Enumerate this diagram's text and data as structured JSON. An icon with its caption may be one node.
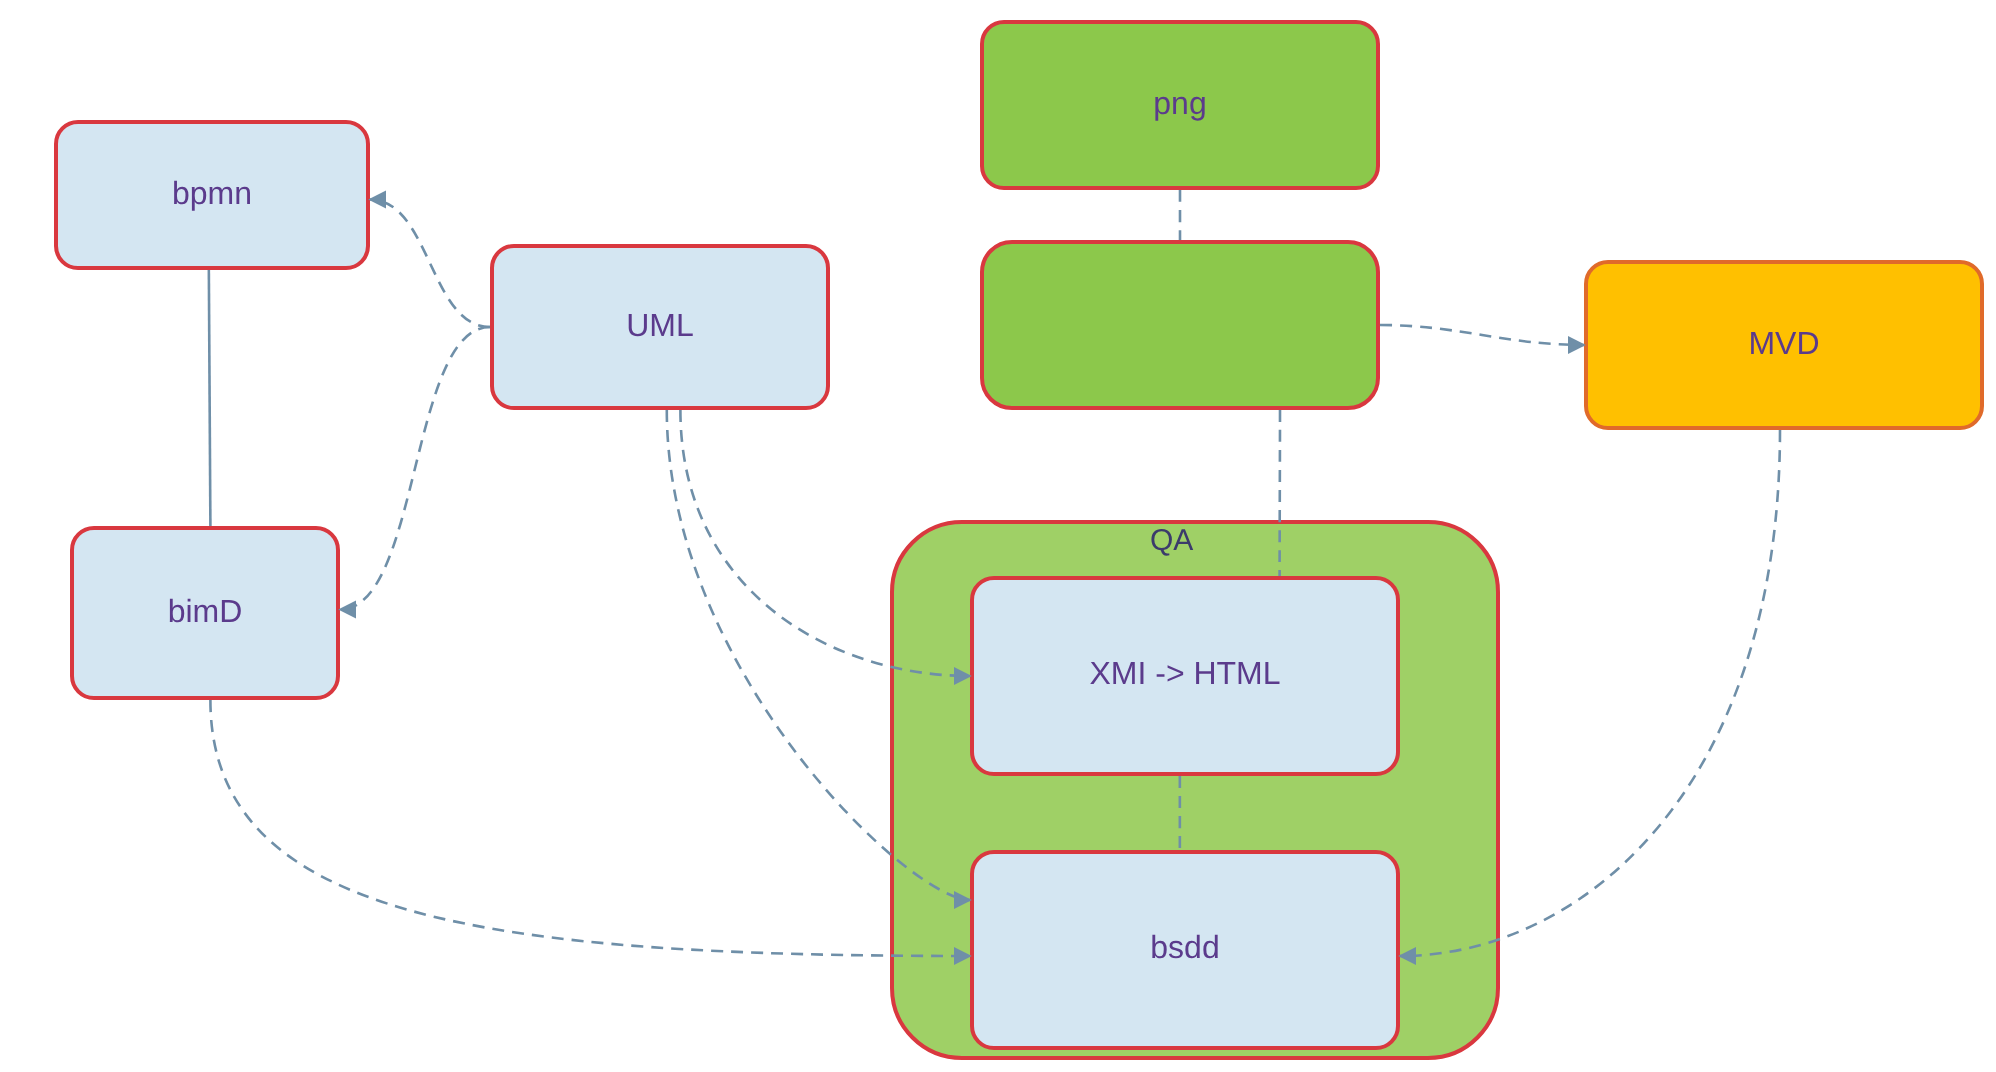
{
  "diagram": {
    "nodes": [
      {
        "text": [
          "bpmn"
        ]
      },
      {
        "text": [
          "UML"
        ]
      },
      {
        "text": [
          "bimD"
        ]
      },
      {
        "text": [
          "png"
        ]
      },
      {
        "text": [],
        "shape": "box"
      },
      {
        "text": [
          "MVD"
        ]
      },
      {
        "text": [
          "QA"
        ]
      },
      {
        "text": [
          "XMI -> HTML"
        ],
        "in": 6
      },
      {
        "text": [
          "bsdd"
        ],
        "in": 6
      }
    ],
    "edges": [
      {
        "from": 0,
        "to": 2,
        "arrow": "none"
      },
      {
        "from": 1,
        "to": 0,
        "arrow": "to",
        "style": "dashed"
      },
      {
        "from": 1,
        "to": 2,
        "arrow": "to",
        "style": "dashed"
      },
      {
        "from": 1,
        "to": 7,
        "arrow": "to",
        "style": "dashed"
      },
      {
        "from": 1,
        "to": 8,
        "arrow": "to",
        "style": "dashed"
      },
      {
        "from": 2,
        "to": 8,
        "arrow": "to",
        "style": "dashed"
      },
      {
        "from": 5,
        "to": 8,
        "arrow": "to",
        "style": "dashed"
      },
      {
        "from": 4,
        "to": 5,
        "arrow": "to",
        "style": "dashed"
      },
      {
        "from": 3,
        "to": 4,
        "arrow": "none",
        "style": "dashed"
      },
      {
        "from": 4,
        "to": 7,
        "arrow": "none",
        "style": "dashed"
      },
      {
        "from": 7,
        "to": 8,
        "arrow": "none",
        "style": "dashed"
      }
    ]
  }
}
